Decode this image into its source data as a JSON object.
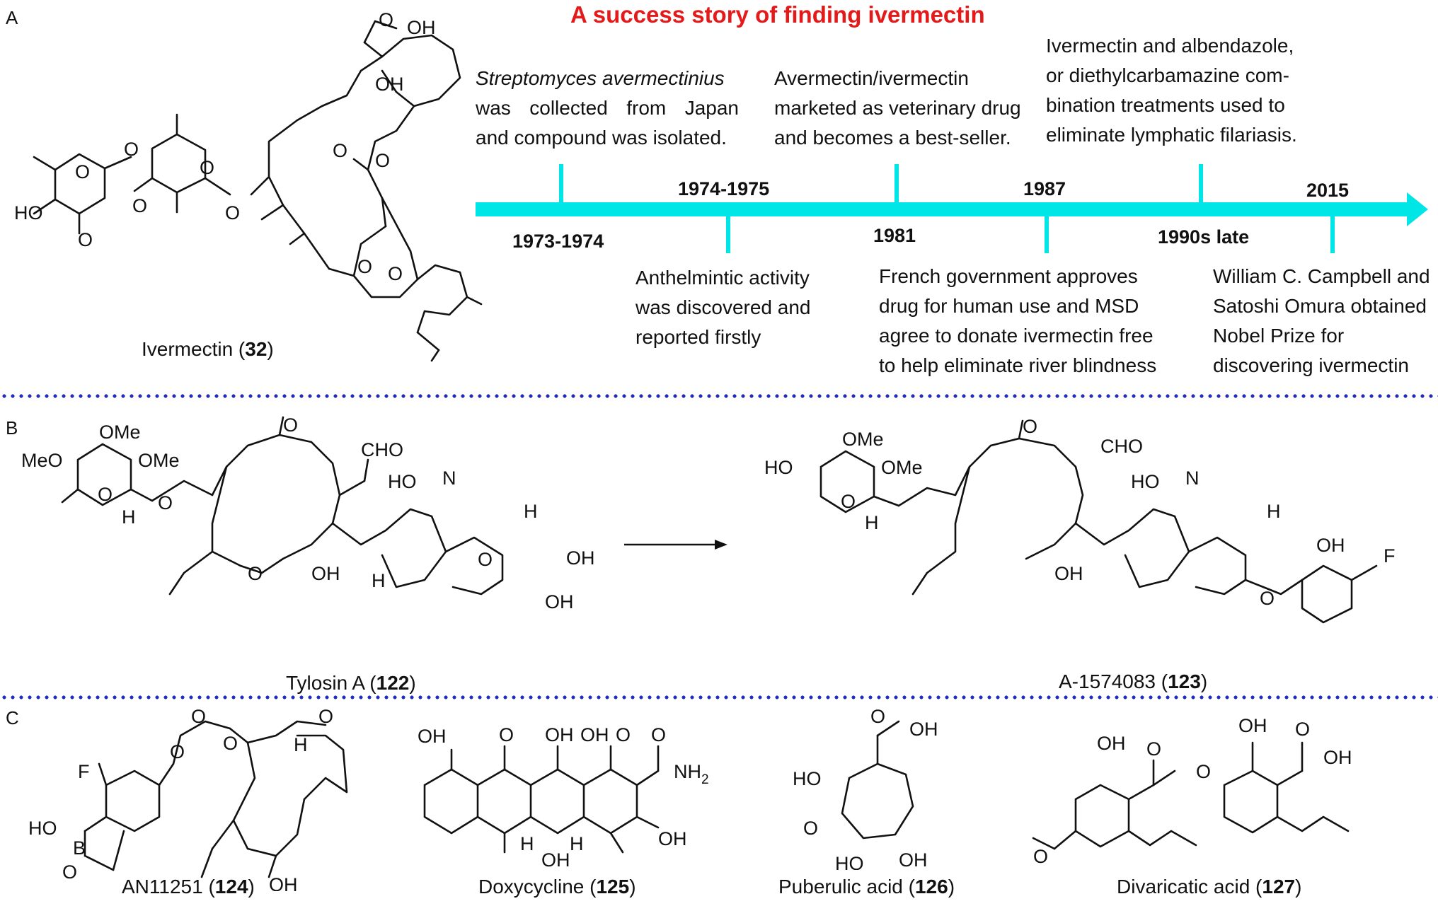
{
  "panels": {
    "a": "A",
    "b": "B",
    "c": "C"
  },
  "title": "A success story of finding ivermectin",
  "colors": {
    "title": "#e41a1a",
    "timeline": "#00e5e5",
    "divider": "#1f2dbf"
  },
  "timeline": {
    "years": [
      "1973-1974",
      "1974-1975",
      "1981",
      "1987",
      "1990s late",
      "2015"
    ],
    "events": {
      "e1973_italic": "Streptomyces avermectinius",
      "e1973_line2": "was collected from Japan",
      "e1973_line3": "and compound was isolated.",
      "e1974_line1": "Anthelmintic activity",
      "e1974_line2": "was discovered and",
      "e1974_line3": "reported firstly",
      "e1981_line1": "Avermectin/ivermectin",
      "e1981_line2": "marketed as veterinary drug",
      "e1981_line3": "and becomes a best-seller.",
      "e1987_line1": "French government approves",
      "e1987_line2": "drug for human use and MSD",
      "e1987_line3": "agree to donate ivermectin free",
      "e1987_line4": "to help eliminate river blindness",
      "e1990_line1": "Ivermectin and albendazole,",
      "e1990_line2": "or diethylcarbamazine com-",
      "e1990_line3": "bination treatments used to",
      "e1990_line4": "eliminate lymphatic filariasis.",
      "e2015_line1": "William C. Campbell and",
      "e2015_line2": "Satoshi Omura obtained",
      "e2015_line3": "Nobel Prize for",
      "e2015_line4": "discovering ivermectin"
    }
  },
  "compounds": {
    "ivermectin": {
      "name": "Ivermectin (",
      "num": "32",
      "close": ")"
    },
    "tylosin": {
      "name": "Tylosin A (",
      "num": "122",
      "close": ")"
    },
    "a1574083": {
      "name": "A-1574083 (",
      "num": "123",
      "close": ")"
    },
    "an11251": {
      "name": "AN11251 (",
      "num": "124",
      "close": ")"
    },
    "doxycycline": {
      "name": "Doxycycline (",
      "num": "125",
      "close": ")"
    },
    "puberulic": {
      "name": "Puberulic acid (",
      "num": "126",
      "close": ")"
    },
    "divaricatic": {
      "name": "Divaricatic acid (",
      "num": "127",
      "close": ")"
    }
  },
  "atom_labels": {
    "OH": "OH",
    "O": "O",
    "HO": "HO",
    "OMe": "OMe",
    "MeO": "MeO",
    "CHO": "CHO",
    "H": "H",
    "N": "N",
    "F": "F",
    "B": "B",
    "NH2": "NH",
    "sub2": "2"
  },
  "icons": {
    "arrow": "reaction-arrow",
    "timeline": "timeline-arrow"
  }
}
